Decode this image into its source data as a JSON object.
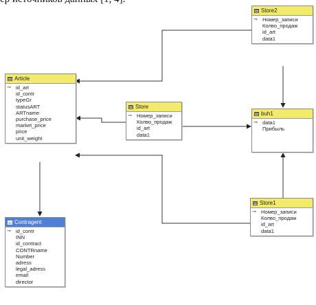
{
  "caption": "ер источников данных [1, 4].",
  "tables": {
    "store2": {
      "title": "Store2",
      "fields": [
        {
          "name": "Номер_записи",
          "key": true
        },
        {
          "name": "Колво_продаж",
          "key": false
        },
        {
          "name": "id_art",
          "key": false
        },
        {
          "name": "data1",
          "key": false
        }
      ]
    },
    "article": {
      "title": "Article",
      "fields": [
        {
          "name": "id_art",
          "key": true
        },
        {
          "name": "id_contr",
          "key": false
        },
        {
          "name": "typeGr",
          "key": false
        },
        {
          "name": "statusART",
          "key": false
        },
        {
          "name": "ARTname",
          "key": false
        },
        {
          "name": "purchase_price",
          "key": false
        },
        {
          "name": "market_price",
          "key": false
        },
        {
          "name": "price",
          "key": false
        },
        {
          "name": "unit_weight",
          "key": false
        }
      ]
    },
    "store": {
      "title": "Store",
      "fields": [
        {
          "name": "Номер_записи",
          "key": true
        },
        {
          "name": "Колво_продаж",
          "key": false
        },
        {
          "name": "id_art",
          "key": false
        },
        {
          "name": "data1",
          "key": false
        }
      ]
    },
    "buh1": {
      "title": "buh1",
      "fields": [
        {
          "name": "data1",
          "key": true
        },
        {
          "name": "Прибыль",
          "key": false
        }
      ]
    },
    "store1": {
      "title": "Store1",
      "fields": [
        {
          "name": "Номер_записи",
          "key": true
        },
        {
          "name": "Колво_продаж",
          "key": false
        },
        {
          "name": "id_art",
          "key": false
        },
        {
          "name": "data1",
          "key": false
        }
      ]
    },
    "contragent": {
      "title": "Contragent",
      "fields": [
        {
          "name": "id_contr",
          "key": true
        },
        {
          "name": "INN",
          "key": false
        },
        {
          "name": "id_contract",
          "key": false
        },
        {
          "name": "CONTRname",
          "key": false
        },
        {
          "name": "Number",
          "key": false
        },
        {
          "name": "adress",
          "key": false
        },
        {
          "name": "legal_adress",
          "key": false
        },
        {
          "name": "email",
          "key": false
        },
        {
          "name": "director",
          "key": false
        }
      ]
    }
  },
  "colors": {
    "header_yellow": "#f2ea6a",
    "header_blue": "#4f7fd6",
    "line": "#333333"
  },
  "icons": {
    "key": "key-icon",
    "table": "table-icon"
  }
}
